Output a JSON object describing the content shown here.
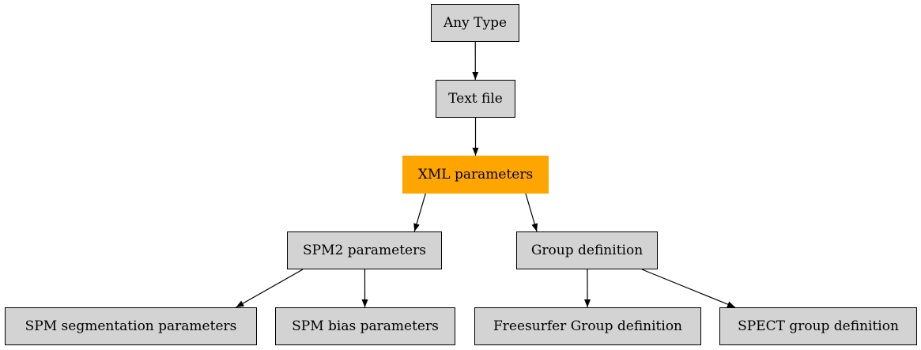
{
  "diagram": {
    "nodes": {
      "any_type": "Any Type",
      "text_file": "Text file",
      "xml_parameters": "XML parameters",
      "spm2_parameters": "SPM2 parameters",
      "group_definition": "Group definition",
      "spm_segmentation_parameters": "SPM segmentation parameters",
      "spm_bias_parameters": "SPM bias parameters",
      "freesurfer_group_definition": "Freesurfer Group definition",
      "spect_group_definition": "SPECT group definition"
    },
    "highlighted_node": "xml_parameters",
    "colors": {
      "node_fill": "#d3d3d3",
      "highlight_fill": "#ffa500",
      "edge": "#000000"
    },
    "edges": [
      {
        "from": "any_type",
        "to": "text_file"
      },
      {
        "from": "text_file",
        "to": "xml_parameters"
      },
      {
        "from": "xml_parameters",
        "to": "spm2_parameters"
      },
      {
        "from": "xml_parameters",
        "to": "group_definition"
      },
      {
        "from": "spm2_parameters",
        "to": "spm_segmentation_parameters"
      },
      {
        "from": "spm2_parameters",
        "to": "spm_bias_parameters"
      },
      {
        "from": "group_definition",
        "to": "freesurfer_group_definition"
      },
      {
        "from": "group_definition",
        "to": "spect_group_definition"
      }
    ]
  }
}
